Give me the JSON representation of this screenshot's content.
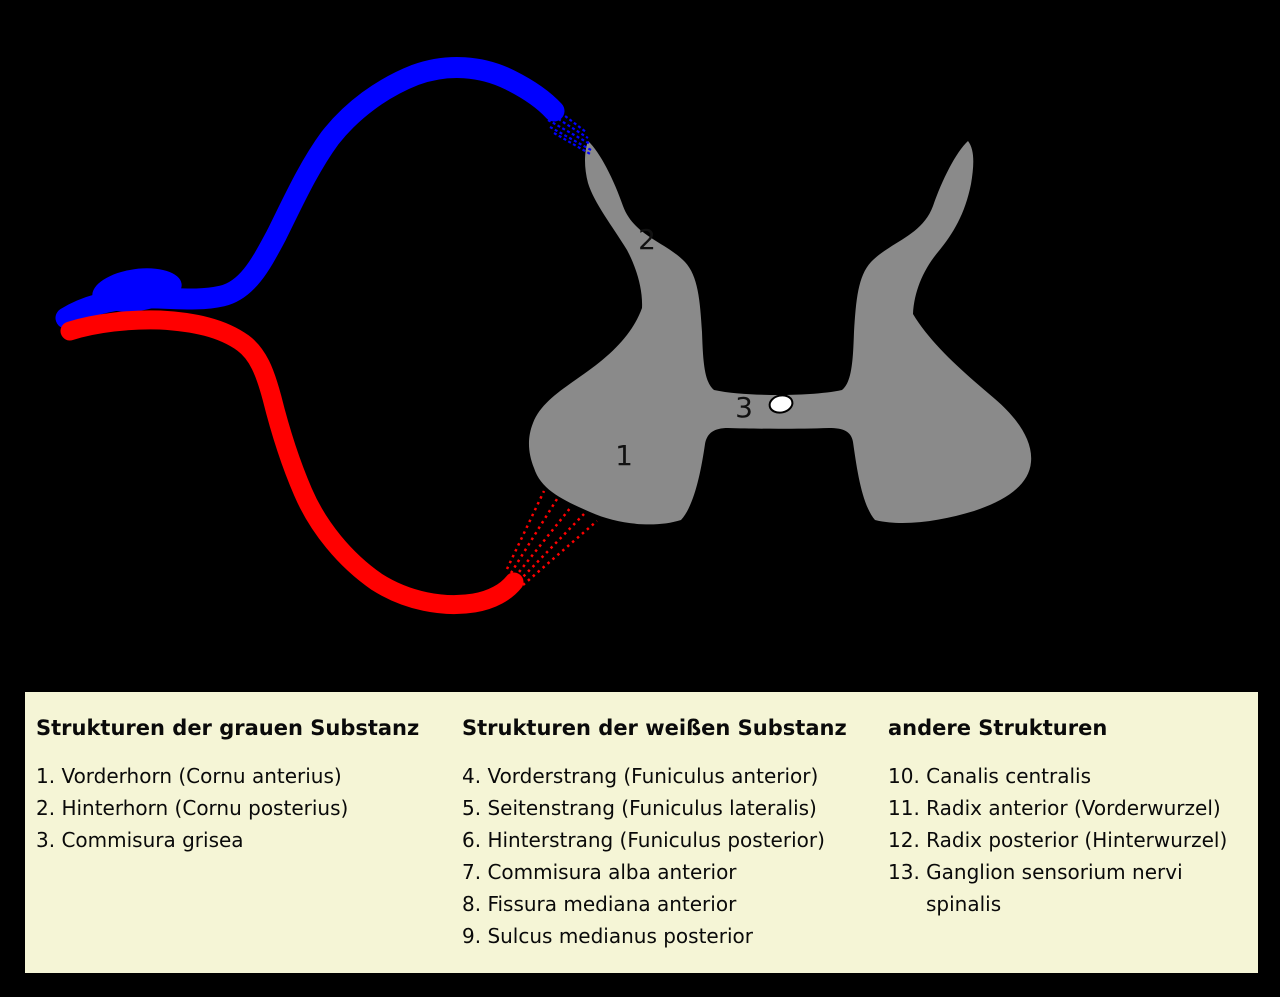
{
  "colors": {
    "background": "#000000",
    "gray_matter": "#8a8a8a",
    "sensory_fiber": "#0000ff",
    "motor_fiber": "#ff0000",
    "central_canal_fill": "#ffffff",
    "outline": "#000000",
    "legend_background": "#f5f5d6",
    "text": "#0a0a0a"
  },
  "diagram": {
    "labels": [
      {
        "text": "1"
      },
      {
        "text": "2"
      },
      {
        "text": "3"
      }
    ]
  },
  "legend": {
    "columns": [
      {
        "heading": "Strukturen der grauen Substanz",
        "items": [
          "1. Vorderhorn (Cornu anterius)",
          "2. Hinterhorn (Cornu posterius)",
          "3. Commisura grisea"
        ]
      },
      {
        "heading": "Strukturen der weißen Substanz",
        "items": [
          "4. Vorderstrang (Funiculus anterior)",
          "5. Seitenstrang (Funiculus lateralis)",
          "6. Hinterstrang (Funiculus posterior)",
          "7. Commisura alba anterior",
          "8. Fissura mediana anterior",
          "9. Sulcus medianus posterior"
        ]
      },
      {
        "heading": "andere Strukturen",
        "items": [
          "10. Canalis centralis",
          "11. Radix anterior (Vorderwurzel)",
          "12. Radix posterior (Hinterwurzel)",
          "13. Ganglion sensorium nervi\nspinalis"
        ]
      }
    ]
  }
}
